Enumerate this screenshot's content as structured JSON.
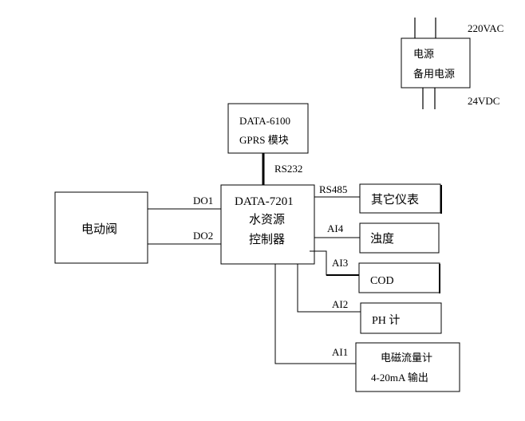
{
  "power_supply": {
    "line1": "电源",
    "line2": "备用电源",
    "input_label": "220VAC",
    "output_label": "24VDC"
  },
  "gprs_module": {
    "line1": "DATA-6100",
    "line2": "GPRS 模块"
  },
  "controller": {
    "line1": "DATA-7201",
    "line2": "水资源",
    "line3": "控制器"
  },
  "valve": {
    "label": "电动阀"
  },
  "other_meter": {
    "label": "其它仪表"
  },
  "turbidity": {
    "label": "浊度"
  },
  "cod": {
    "label": "COD"
  },
  "ph": {
    "label": "PH 计"
  },
  "flowmeter": {
    "line1": "电磁流量计",
    "line2": "4-20mA 输出"
  },
  "signals": {
    "rs232": "RS232",
    "rs485": "RS485",
    "do1": "DO1",
    "do2": "DO2",
    "ai1": "AI1",
    "ai2": "AI2",
    "ai3": "AI3",
    "ai4": "AI4"
  }
}
